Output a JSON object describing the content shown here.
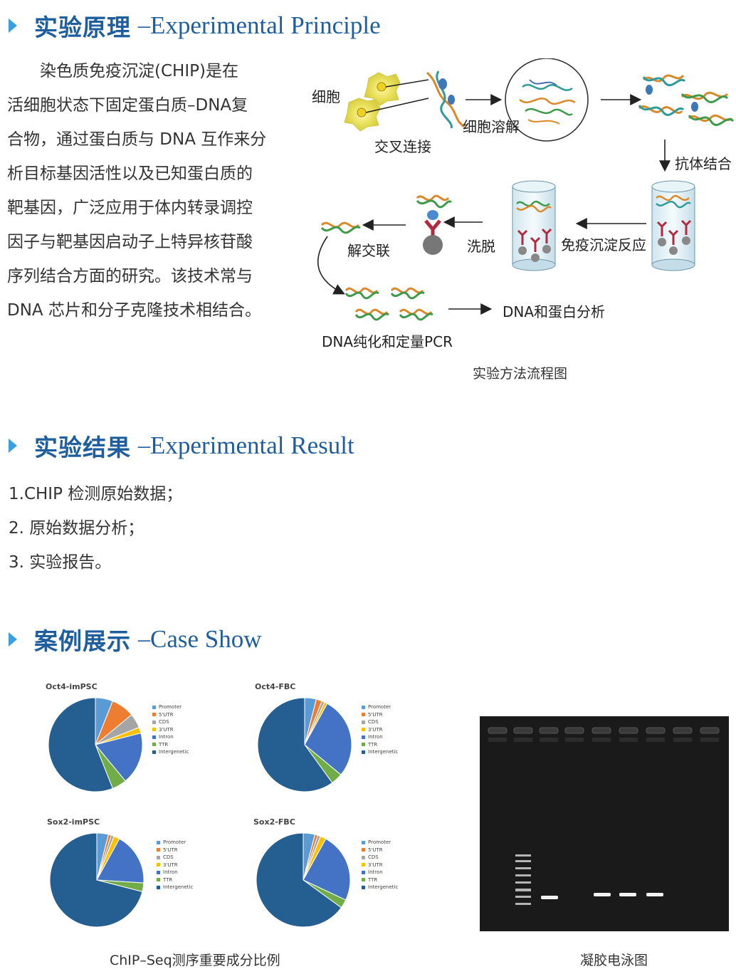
{
  "sections": {
    "principle": {
      "title_zh": "实验原理",
      "dash": "–",
      "title_en": "Experimental Principle"
    },
    "result": {
      "title_zh": "实验结果",
      "dash": "–",
      "title_en": "Experimental Result"
    },
    "case": {
      "title_zh": "案例展示",
      "dash": "–",
      "title_en": "Case Show"
    }
  },
  "principle_text": [
    "　　染色质免疫沉淀(CHIP)是在",
    "活细胞状态下固定蛋白质–DNA复",
    "合物，通过蛋白质与 DNA 互作来分",
    "析目标基因活性以及已知蛋白质的",
    "靶基因，广泛应用于体内转录调控",
    "因子与靶基因启动子上特异核苷酸",
    "序列结合方面的研究。该技术常与",
    "DNA 芯片和分子克隆技术相结合。"
  ],
  "flowchart": {
    "labels": {
      "cell": "细胞",
      "crosslink": "交叉连接",
      "lysis": "细胞溶解",
      "antibody": "抗体结合",
      "ip": "免疫沉淀反应",
      "elute": "洗脱",
      "decrosslink": "解交联",
      "purify": "DNA纯化和定量PCR",
      "analysis": "DNA和蛋白分析"
    },
    "caption": "实验方法流程图"
  },
  "results": [
    "1.CHIP 检测原始数据；",
    "2. 原始数据分析；",
    "3. 实验报告。"
  ],
  "legend_labels": [
    "Promoter",
    "5'UTR",
    "CDS",
    "3'UTR",
    "Intron",
    "TTR",
    "Intergenetic"
  ],
  "colors": {
    "accent": "#3a9fe0",
    "heading": "#1f5e9e",
    "series": [
      "#5b9bd5",
      "#ed7d31",
      "#a5a5a5",
      "#ffc000",
      "#4472c4",
      "#70ad47",
      "#255e91"
    ]
  },
  "chart_data": [
    {
      "type": "pie",
      "title": "Oct4-imPSC",
      "labels": [
        "Promoter",
        "5'UTR",
        "CDS",
        "3'UTR",
        "Intron",
        "TTR",
        "Intergenetic"
      ],
      "values": [
        6,
        8,
        5,
        2,
        18,
        5,
        56
      ]
    },
    {
      "type": "pie",
      "title": "Oct4-FBC",
      "labels": [
        "Promoter",
        "5'UTR",
        "CDS",
        "3'UTR",
        "Intron",
        "TTR",
        "Intergenetic"
      ],
      "values": [
        4,
        2,
        1,
        1,
        28,
        4,
        60
      ]
    },
    {
      "type": "pie",
      "title": "Sox2-imPSC",
      "labels": [
        "Promoter",
        "5'UTR",
        "CDS",
        "3'UTR",
        "Intron",
        "TTR",
        "Intergenetic"
      ],
      "values": [
        4,
        1,
        1,
        2,
        18,
        3,
        71
      ]
    },
    {
      "type": "pie",
      "title": "Sox2-FBC",
      "labels": [
        "Promoter",
        "5'UTR",
        "CDS",
        "3'UTR",
        "Intron",
        "TTR",
        "Intergenetic"
      ],
      "values": [
        4,
        1,
        1,
        2,
        24,
        3,
        65
      ]
    }
  ],
  "captions": {
    "pie": "ChIP–Seq测序重要成分比例",
    "gel": "凝胶电泳图"
  }
}
